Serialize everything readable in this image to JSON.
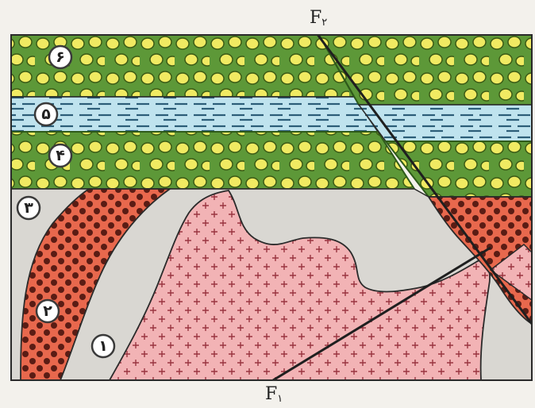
{
  "diagram": {
    "fault_labels": {
      "f1_main": "F",
      "f1_sub": "١",
      "f2_main": "F",
      "f2_sub": "٢"
    },
    "layer_numbers": {
      "layer1": "١",
      "layer2": "٢",
      "layer3": "٣",
      "layer4": "۴",
      "layer5": "۵",
      "layer6": "۶"
    },
    "colors": {
      "background": "#f3f1ec",
      "green_layer": "#5d9838",
      "green_stroke": "#2e5a1a",
      "yellow_pebble": "#f0ea62",
      "water_layer": "#bfe3ee",
      "water_dash": "#2c5d78",
      "red_layer": "#e8684d",
      "dark_dot": "#5a1c14",
      "gray_layer": "#d9d7d2",
      "pink_granite": "#f2b3b5",
      "granite_cross": "#9a3540",
      "outline": "#2a2a2a"
    }
  }
}
